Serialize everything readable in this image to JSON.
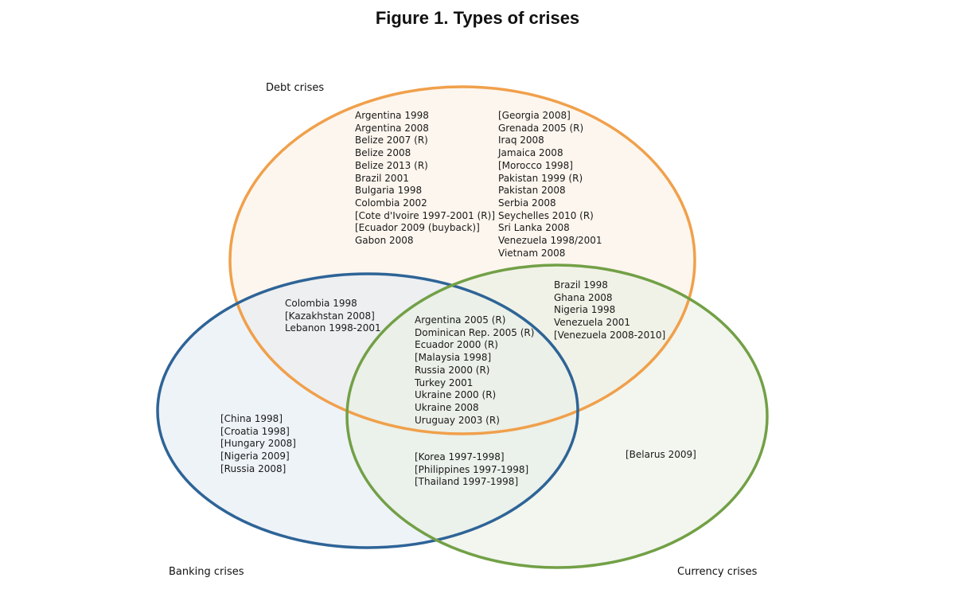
{
  "title": "Figure 1. Types of crises",
  "sets": {
    "debt": {
      "label": "Debt crises",
      "color": "#f0a04b",
      "fill": "#fbf0e3"
    },
    "banking": {
      "label": "Banking crises",
      "color": "#2e6497",
      "fill": "#e3ebf3"
    },
    "currency": {
      "label": "Currency crises",
      "color": "#72a046",
      "fill": "#eaf0e2"
    }
  },
  "regions": {
    "debt_only_col1": [
      "Argentina 1998",
      "Argentina 2008",
      "Belize 2007 (R)",
      "Belize 2008",
      "Belize 2013 (R)",
      "Brazil 2001",
      "Bulgaria 1998",
      "Colombia 2002",
      "[Cote d'Ivoire 1997-2001 (R)]",
      "[Ecuador 2009 (buyback)]",
      "Gabon 2008"
    ],
    "debt_only_col2": [
      "[Georgia 2008]",
      "Grenada 2005 (R)",
      "Iraq 2008",
      "Jamaica 2008",
      "[Morocco 1998]",
      "Pakistan 1999 (R)",
      "Pakistan 2008",
      "Serbia 2008",
      "Seychelles 2010 (R)",
      "Sri Lanka 2008",
      "Venezuela 1998/2001",
      "Vietnam 2008"
    ],
    "debt_banking": [
      "Colombia 1998",
      "[Kazakhstan 2008]",
      "Lebanon 1998-2001"
    ],
    "debt_currency": [
      "Brazil 1998",
      "Ghana 2008",
      "Nigeria 1998",
      "Venezuela 2001",
      "[Venezuela 2008-2010]"
    ],
    "all_three": [
      "Argentina 2005 (R)",
      "Dominican Rep. 2005 (R)",
      "Ecuador 2000 (R)",
      "[Malaysia 1998]",
      "Russia 2000 (R)",
      "Turkey 2001",
      "Ukraine 2000 (R)",
      "Ukraine 2008",
      "Uruguay 2003 (R)"
    ],
    "banking_only": [
      "[China 1998]",
      "[Croatia 1998]",
      "[Hungary 2008]",
      "[Nigeria 2009]",
      "[Russia 2008]"
    ],
    "banking_currency": [
      "[Korea 1997-1998]",
      "[Philippines 1997-1998]",
      "[Thailand 1997-1998]"
    ],
    "currency_only": [
      "[Belarus 2009]"
    ]
  }
}
